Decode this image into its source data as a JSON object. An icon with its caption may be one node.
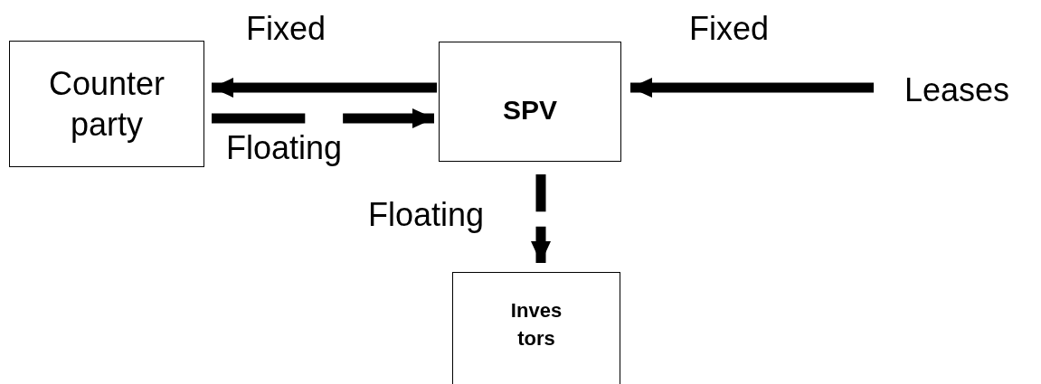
{
  "diagram": {
    "nodes": [
      {
        "text": [
          "Counter party"
        ]
      },
      {
        "text": [
          "SPV"
        ]
      },
      {
        "text": [
          "Leases"
        ]
      },
      {
        "text": [
          "Inves tors"
        ]
      }
    ],
    "edges": [
      {
        "from": 1,
        "to": 0,
        "arrow": "to",
        "label": "Fixed"
      },
      {
        "from": 0,
        "to": 1,
        "arrow": "to",
        "label": "Floating",
        "style": "dashed"
      },
      {
        "from": 2,
        "to": 1,
        "arrow": "to",
        "label": "Fixed"
      },
      {
        "from": 1,
        "to": 3,
        "arrow": "to",
        "label": "Floating",
        "style": "dashed"
      }
    ]
  }
}
